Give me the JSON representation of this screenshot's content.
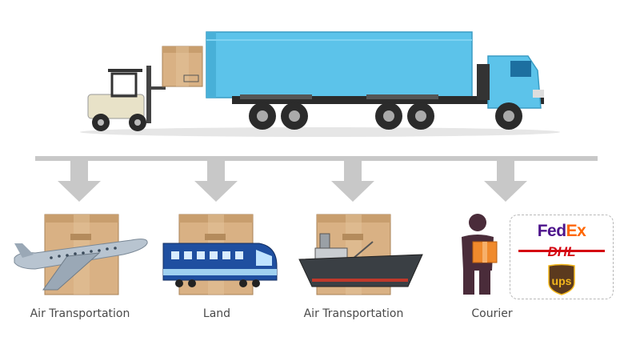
{
  "labels": {
    "air_1": "Air Transportation",
    "land": "Land",
    "air_2": "Air Transportation",
    "courier": "Courier"
  },
  "carriers": {
    "fedex_fed": "Fed",
    "fedex_ex": "Ex",
    "dhl": "DHL",
    "ups": "ups"
  },
  "colors": {
    "truck_blue": "#5cc3ea",
    "truck_dark": "#2b2b2b",
    "box_tan": "#d9b184",
    "arrow_gray": "#c8c8c8",
    "plane_silver": "#b8c4d0",
    "train_blue": "#1f4fa0",
    "ship_dark": "#3a3f44",
    "fedex_purple": "#4d148c",
    "fedex_orange": "#ff6600",
    "dhl_red": "#d40511",
    "ups_brown": "#5b3a1e",
    "ups_gold": "#f3b71d"
  }
}
